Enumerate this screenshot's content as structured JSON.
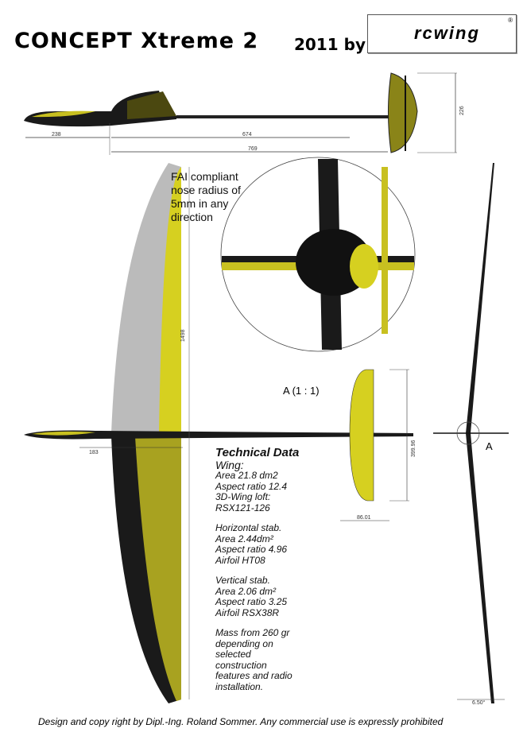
{
  "header": {
    "title": "CONCEPT Xtreme 2",
    "year_by": "2011 by",
    "logo_text": "rcwing",
    "logo_mark": "®"
  },
  "dimensions": {
    "nose": "238",
    "wing_to_tail": "674",
    "total_length": "769",
    "fin_height": "226",
    "span": "1498",
    "root": "183",
    "stab_span": "399.96",
    "stab_chord": "86.01",
    "dihedral": "6.50°"
  },
  "note": {
    "lines": [
      "FAI compliant",
      "nose radius of",
      "5mm in any",
      "direction"
    ]
  },
  "detail": {
    "label": "A (1 : 1)",
    "marker": "A"
  },
  "tech": {
    "title": "Technical Data",
    "wing": {
      "heading": "Wing:",
      "area": "Area  21.8 dm2",
      "aspect": "Aspect ratio  12.4",
      "loft": "3D-Wing loft:",
      "airfoil": "RSX121-126"
    },
    "hstab": {
      "heading": "Horizontal stab.",
      "area": "Area  2.44dm²",
      "aspect": "Aspect ratio 4.96",
      "airfoil": "Airfoil   HT08"
    },
    "vstab": {
      "heading": "Vertical stab.",
      "area": "Area  2.06 dm²",
      "aspect": "Aspect ratio 3.25",
      "airfoil": "Airfoil   RSX38R"
    },
    "mass": [
      "Mass from 260 gr",
      "depending on",
      "selected",
      "construction",
      "features and radio",
      "installation."
    ]
  },
  "footer": "Design and copy right by Dipl.-Ing. Roland Sommer. Any commercial use is expressly prohibited",
  "colors": {
    "yellow": "#c8c020",
    "dark": "#1a1a1a"
  }
}
